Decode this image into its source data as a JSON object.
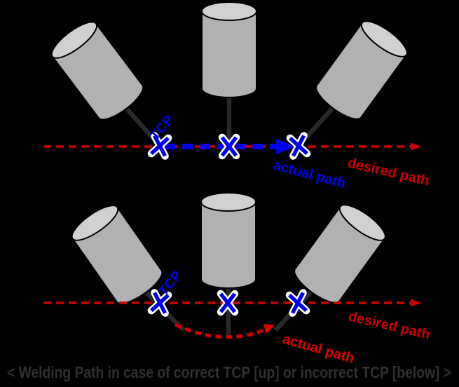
{
  "caption": "< Welding Path in case of correct TCP [up] or incorrect TCP [below] >",
  "top_section": {
    "tcp_label": "TCP",
    "actual_path_label": "actual path",
    "desired_path_label": "desired path"
  },
  "bottom_section": {
    "tcp_label": "TCP",
    "actual_path_label": "actual path",
    "desired_path_label": "desired path"
  },
  "colors": {
    "background": "#000000",
    "desired_path_red": "#cc0000",
    "actual_path_blue": "#0000ee",
    "actual_path_red": "#e00000",
    "marker_blue": "#0000ee",
    "marker_casing": "#ffffff",
    "cylinder_body": "#b1b1b1",
    "cylinder_top": "#d0d0d0",
    "cylinder_outline": "#000000",
    "electrode": "#282828",
    "caption_text": "#2e2e2e"
  }
}
